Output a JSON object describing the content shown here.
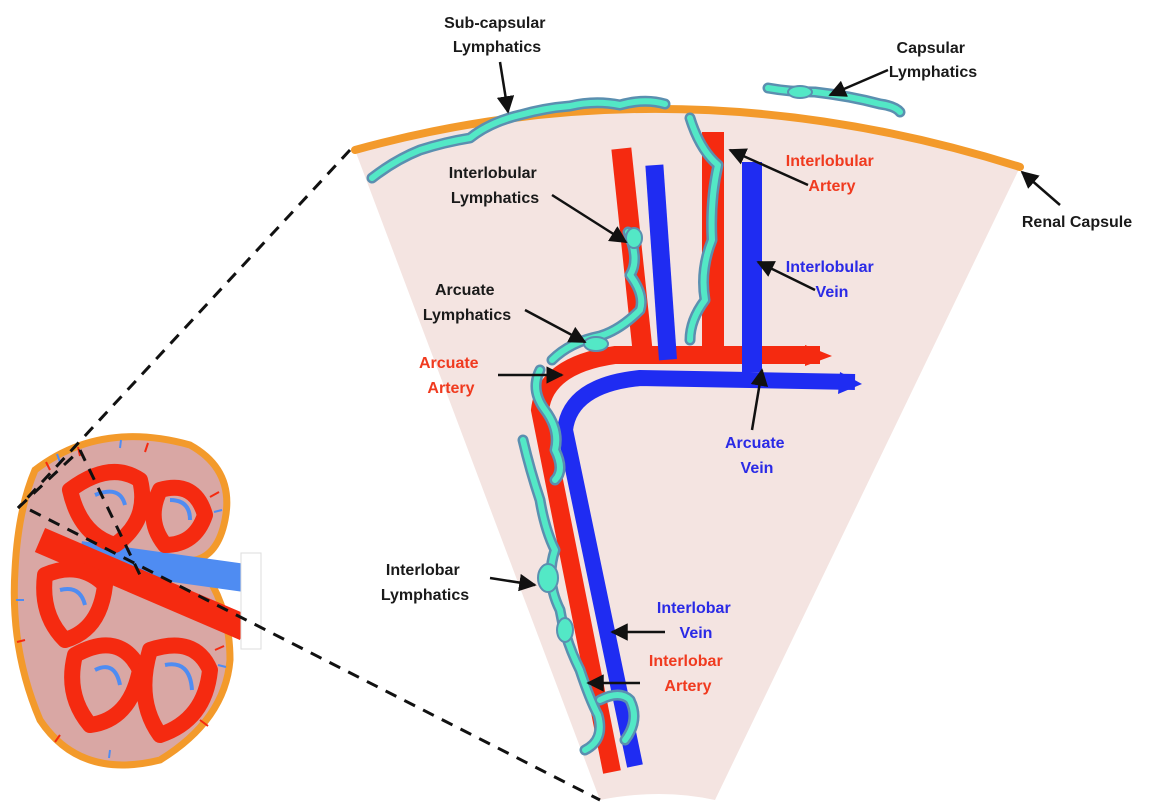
{
  "colors": {
    "capsule": "#f39a2b",
    "wedge_fill": "#f4e4e1",
    "artery": "#f52a10",
    "vein": "#1f2cf2",
    "lymphatic_fill": "#53e8c6",
    "lymphatic_outline": "#5b8fb0",
    "kidney_fill": "#d9a7a4",
    "kidney_vein": "#4f8cf2",
    "label_black": "#1a1a1a",
    "label_red": "#f03a1f",
    "label_blue": "#2a2ae6"
  },
  "labels": {
    "subcapsular_lymphatics": [
      "Sub-capsular",
      "Lymphatics"
    ],
    "capsular_lymphatics": [
      "Capsular",
      "Lymphatics"
    ],
    "interlobular_artery": [
      "Interlobular",
      "Artery"
    ],
    "renal_capsule": [
      "Renal Capsule"
    ],
    "interlobular_lymphatics": [
      "Interlobular",
      "Lymphatics"
    ],
    "interlobular_vein": [
      "Interlobular",
      "Vein"
    ],
    "arcuate_lymphatics": [
      "Arcuate",
      "Lymphatics"
    ],
    "arcuate_artery": [
      "Arcuate",
      "Artery"
    ],
    "arcuate_vein": [
      "Arcuate",
      "Vein"
    ],
    "interlobar_lymphatics": [
      "Interlobar",
      "Lymphatics"
    ],
    "interlobar_vein": [
      "Interlobar",
      "Vein"
    ],
    "interlobar_artery": [
      "Interlobar",
      "Artery"
    ]
  }
}
